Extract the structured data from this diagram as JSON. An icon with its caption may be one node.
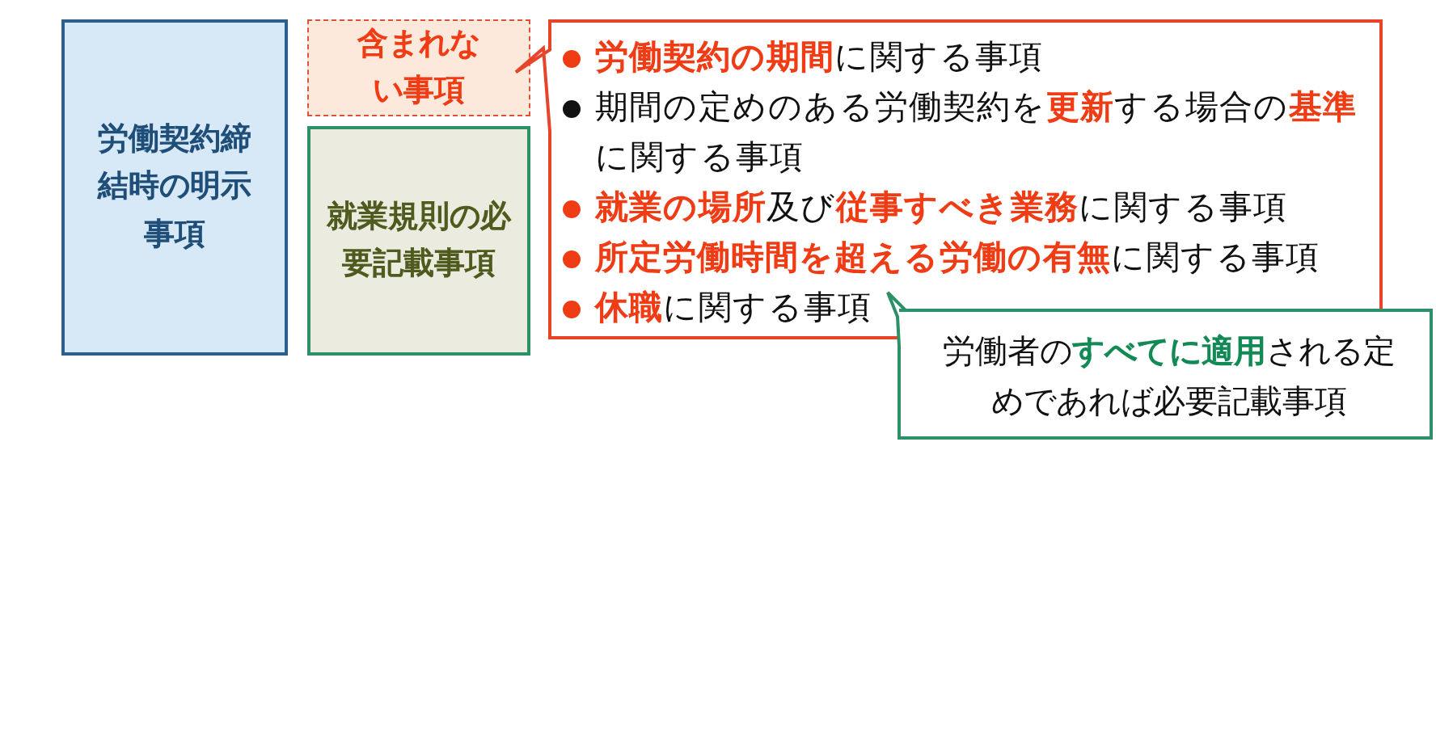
{
  "diagram": {
    "nodes": [
      {
        "text": [
          "労働契約締結時の明示事項"
        ]
      },
      {
        "text": [
          "含まれない事項"
        ]
      },
      {
        "text": [
          "就業規則の必要記載事項"
        ]
      },
      {
        "text": [
          "**労働契約の期間**に関する事項",
          "期間の定めのある労働契約を**更新**する場合の**基準**に関する事項",
          "**就業の場所**及び**従事すべき業務**に関する事項",
          "**所定労働時間を超える労働の有無**に関する事項",
          "**休職**に関する事項"
        ]
      },
      {
        "text": [
          "労働者の**すべてに適用**される定めであれば必要記載事項"
        ]
      }
    ]
  }
}
